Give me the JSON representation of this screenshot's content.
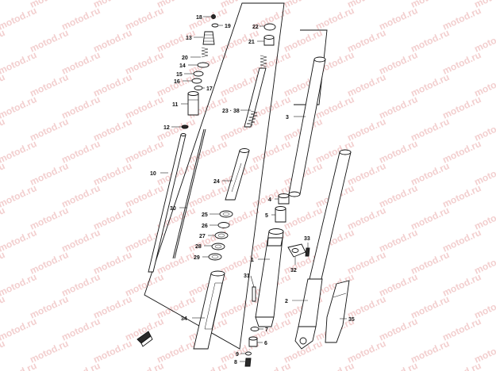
{
  "watermark": {
    "text": "motod.ru",
    "color": "#e9a7a7"
  },
  "diagram": {
    "callouts": {
      "c1": "1",
      "c2": "2",
      "c3": "3",
      "c4": "4",
      "c5": "5",
      "c6": "6",
      "c7": "7",
      "c8": "8",
      "c9": "9",
      "c10": "10",
      "c11": "11",
      "c12": "12",
      "c13": "13",
      "c14": "14",
      "c15": "15",
      "c16": "16",
      "c17": "17",
      "c18": "18",
      "c19": "19",
      "c20": "20",
      "c21": "21",
      "c22": "22",
      "c23_38": "23 · 38",
      "c24": "24",
      "c25": "25",
      "c26": "26",
      "c27": "27",
      "c28": "28",
      "c29": "29",
      "c30": "30",
      "c31": "31",
      "c32": "32",
      "c33": "33",
      "c34": "34",
      "c35": "35"
    }
  }
}
